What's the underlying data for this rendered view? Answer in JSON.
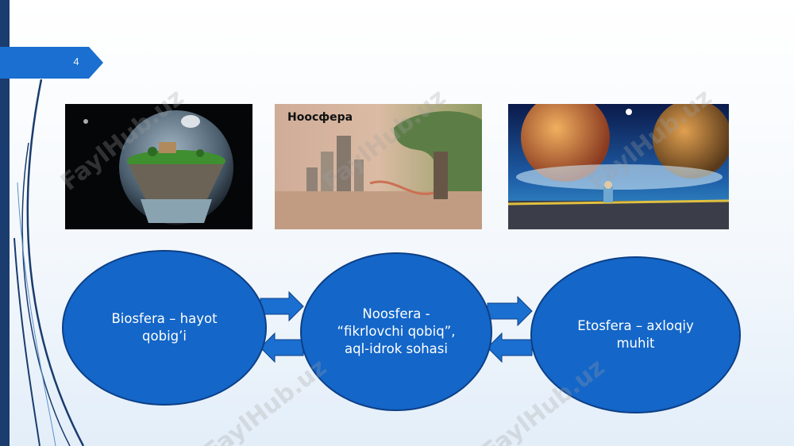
{
  "slide": {
    "page_number": "4",
    "watermark": "FaylHub.uz"
  },
  "images": [
    {
      "name": "biosphere-image",
      "caption": ""
    },
    {
      "name": "noosphere-image",
      "caption": "Ноосфера"
    },
    {
      "name": "ethosphere-image",
      "caption": ""
    }
  ],
  "diagram": {
    "nodes": [
      {
        "label_line1": "Biosfera – hayot",
        "label_line2": "qobig’i",
        "label_line3": ""
      },
      {
        "label_line1": "Noosfera -",
        "label_line2": "“fikrlovchi qobiq”,",
        "label_line3": "aql-idrok sohasi"
      },
      {
        "label_line1": "Etosfera  – axloqiy",
        "label_line2": "muhit",
        "label_line3": ""
      }
    ]
  },
  "colors": {
    "node_fill": "#1466c8",
    "node_border": "#0d3f86",
    "accent": "#1a6fd0",
    "sidebar": "#1a3c6e"
  }
}
